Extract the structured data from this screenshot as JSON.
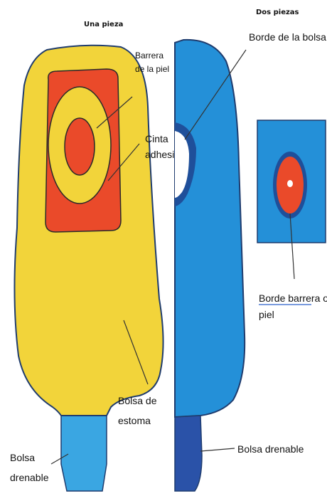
{
  "headings": {
    "left": "Una pieza",
    "right": "Dos piezas"
  },
  "labels": {
    "barrera_line1": "Barrera",
    "barrera_line2": "de la piel",
    "cinta_line1": "Cinta",
    "cinta_line2": "adhesiva",
    "bolsa_estoma_line1": "Bolsa de",
    "bolsa_estoma_line2": "estoma",
    "bolsa_drenable_left_line1": "Bolsa",
    "bolsa_drenable_left_line2": "drenable",
    "borde_bolsa": "Borde de la bolsa",
    "borde_barrera_underlined": "Borde barrera",
    "borde_barrera_rest": " o la",
    "borde_barrera_line2": "piel",
    "bolsa_drenable_right": "Bolsa drenable"
  },
  "colors": {
    "yellow_pouch": "#f2d43a",
    "red_barrier": "#ea4a2a",
    "blue_pouch": "#2490d8",
    "drain_light_blue": "#3aa6e2",
    "drain_dark_blue": "#2a52a8",
    "outline": "#1f3c6e",
    "underline": "#2a62c9"
  }
}
